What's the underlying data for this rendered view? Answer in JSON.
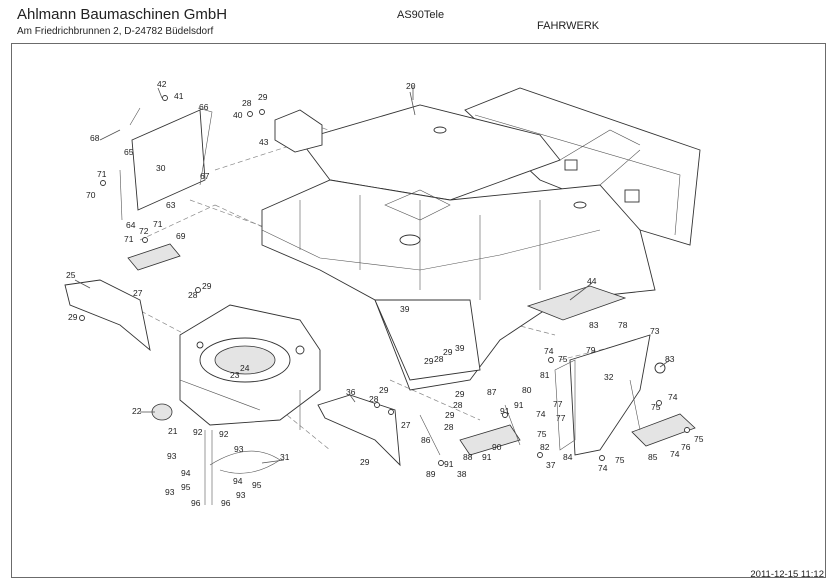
{
  "header": {
    "company": "Ahlmann Baumaschinen GmbH",
    "address": "Am Friedrichbrunnen 2,  D-24782 Büdelsdorf",
    "model": "AS90Tele",
    "section": "FAHRWERK"
  },
  "footer": {
    "timestamp": "2011-12-15 11:12"
  },
  "callouts": [
    "42",
    "41",
    "66",
    "68",
    "65",
    "30",
    "67",
    "71",
    "70",
    "63",
    "64",
    "71",
    "72",
    "69",
    "71",
    "28",
    "29",
    "40",
    "43",
    "20",
    "25",
    "27",
    "28",
    "29",
    "29",
    "39",
    "44",
    "22",
    "21",
    "24",
    "23",
    "36",
    "29",
    "28",
    "27",
    "92",
    "92",
    "93",
    "93",
    "94",
    "95",
    "94",
    "95",
    "93",
    "93",
    "96",
    "96",
    "31",
    "29",
    "28",
    "29",
    "39",
    "29",
    "28",
    "29",
    "87",
    "86",
    "91",
    "28",
    "90",
    "89",
    "91",
    "88",
    "91",
    "38",
    "29",
    "80",
    "81",
    "74",
    "75",
    "79",
    "77",
    "77",
    "74",
    "75",
    "82",
    "84",
    "37",
    "78",
    "83",
    "73",
    "83",
    "32",
    "74",
    "75",
    "85",
    "76",
    "74",
    "75",
    "74",
    "75",
    "91"
  ]
}
